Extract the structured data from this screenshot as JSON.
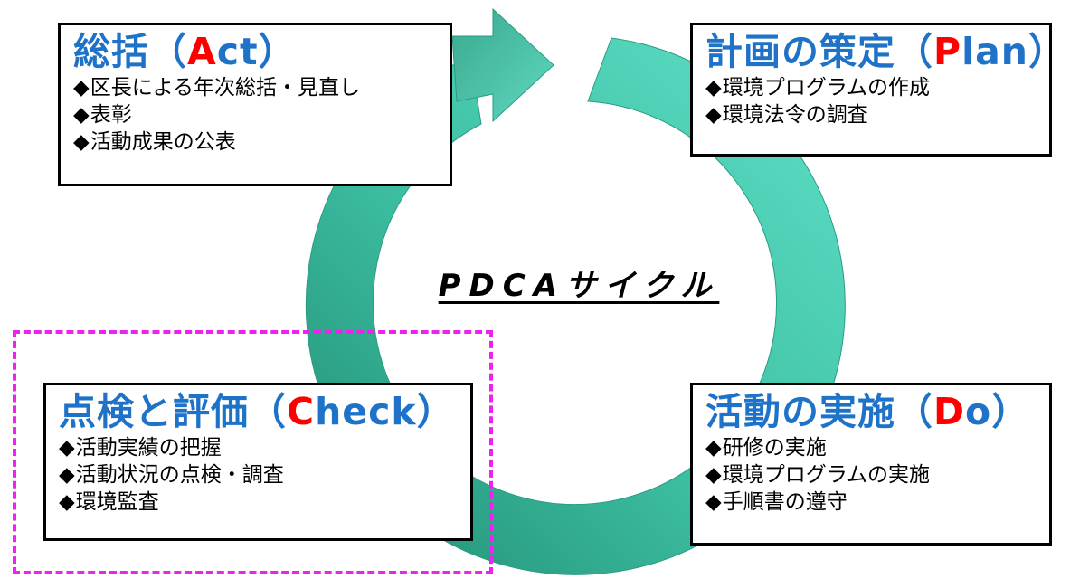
{
  "colors": {
    "arrow": "#3dbfa2",
    "arrow_dark": "#1f8a70",
    "title_blue": "#1e73c8",
    "title_accent": "#ff0000",
    "highlight": "#ee22ee"
  },
  "center_title": "PDCAサイクル",
  "stages": {
    "act": {
      "title_pre": "総括（",
      "title_accent": "A",
      "title_post": "ct）",
      "items": [
        "区長による年次総括・見直し",
        "表彰",
        "活動成果の公表"
      ]
    },
    "plan": {
      "title_pre": "計画の策定（",
      "title_accent": "P",
      "title_post": "lan）",
      "items": [
        "環境プログラムの作成",
        "環境法令の調査"
      ]
    },
    "check": {
      "title_pre": "点検と評価（",
      "title_accent": "C",
      "title_post": "heck）",
      "items": [
        "活動実績の把握",
        "活動状況の点検・調査",
        "環境監査"
      ]
    },
    "do": {
      "title_pre": "活動の実施（",
      "title_accent": "D",
      "title_post": "o）",
      "items": [
        "研修の実施",
        "環境プログラムの実施",
        "手順書の遵守"
      ]
    }
  },
  "bullet_glyph": "◆"
}
